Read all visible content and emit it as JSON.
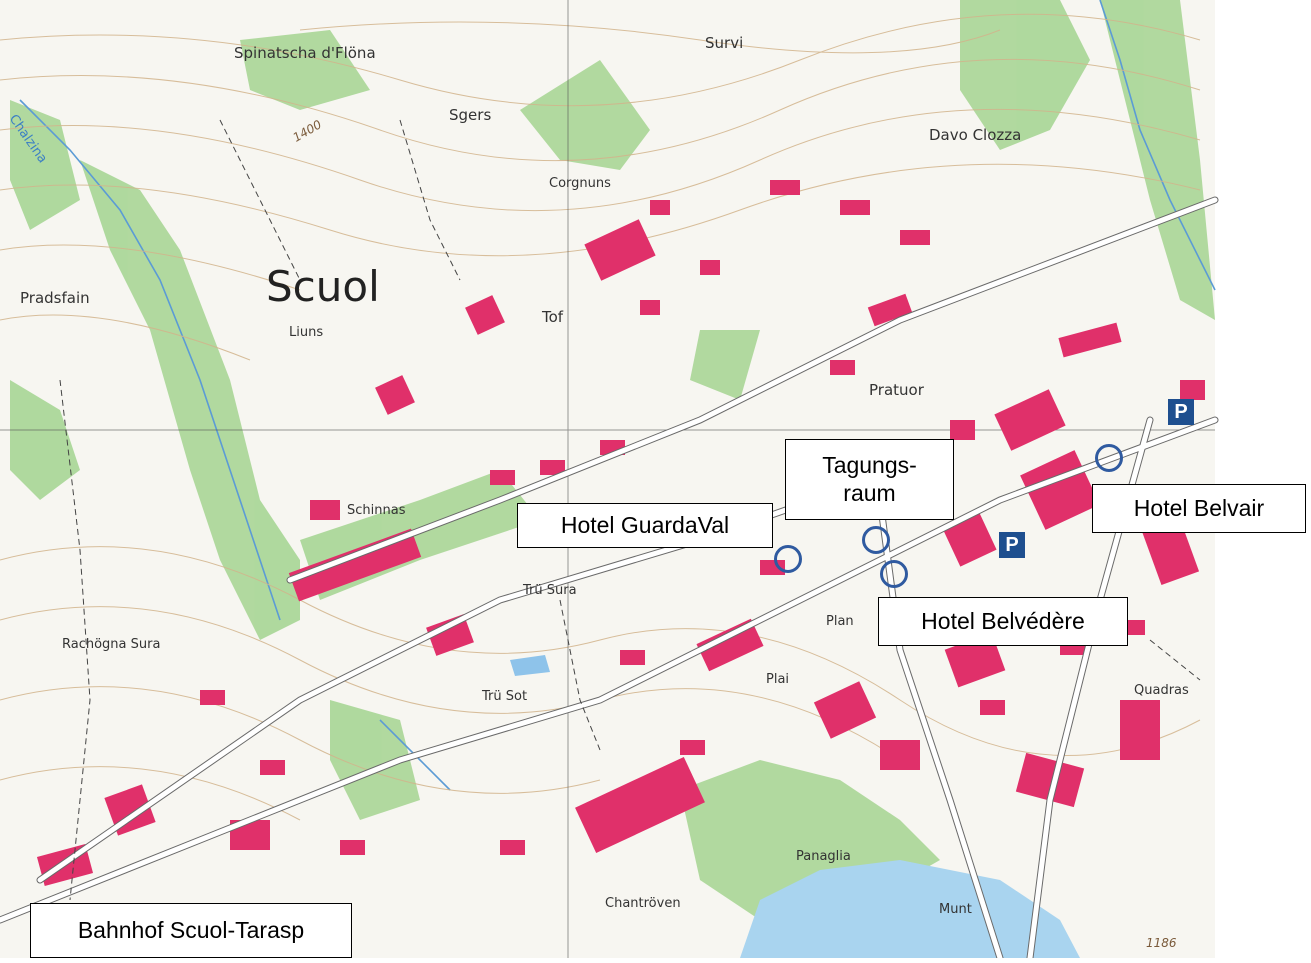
{
  "map": {
    "town": "Scuol",
    "places": {
      "spinatscha": "Spinatscha d'Flöna",
      "survi": "Survi",
      "sgers": "Sgers",
      "davo_clozza": "Davo Clozza",
      "corgnuns": "Corgnuns",
      "pradsfain": "Pradsfain",
      "liuns": "Liuns",
      "tof": "Tof",
      "pratuor": "Pratuor",
      "schinnas": "Schinnas",
      "tru_sura": "Trü Sura",
      "tru_sot": "Trü Sot",
      "rachogna_sura": "Rachögna Sura",
      "plan": "Plan",
      "plai": "Plai",
      "quadras": "Quadras",
      "panaglia": "Panaglia",
      "chantroven": "Chantröven",
      "munt": "Munt",
      "chalzina": "Chalzina"
    },
    "elevations": {
      "contour_1400": "1400",
      "spot_1186": "1186"
    }
  },
  "callouts": {
    "hotel_guardaval": "Hotel GuardaVal",
    "tagungsraum": "Tagungs-raum",
    "hotel_belvair": "Hotel Belvair",
    "hotel_belvedere": "Hotel Belvédère",
    "bahnhof": "Bahnhof Scuol-Tarasp"
  },
  "parking": {
    "label": "P"
  },
  "colors": {
    "background": "#ffffff",
    "forest": "#9fd08b",
    "buildings": "#e0306a",
    "roads": "#ffffff",
    "contours": "#c9a27a",
    "water": "#a9d4ef",
    "parking": "#1e4f8f",
    "marker": "#2f5aa0"
  }
}
